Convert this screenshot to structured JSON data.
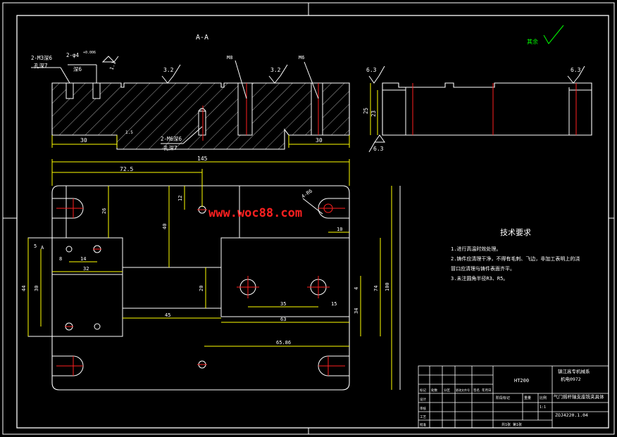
{
  "drawing": {
    "section_title": "A-A",
    "watermark": "www.woc88.com",
    "surface_finish_note": "其余",
    "colors": {
      "outline": "#ffffff",
      "dimension": "#ffff00",
      "center_line": "#ff2020",
      "hatch": "#ffffff",
      "note": "#00ff00",
      "background": "#000000"
    }
  },
  "section_view": {
    "labels": {
      "hole_callout_left_1": "2-M3深6",
      "hole_callout_left_2": "孔深7",
      "hole_callout_mid_1": "2-φ4",
      "hole_callout_mid_2": "深6",
      "hole_callout_mid_tol": "+0.006",
      "hole_callout_bottom_1": "2-M6深6",
      "hole_callout_bottom_2": "孔深7",
      "m8_label": "M8",
      "m6_label": "M6",
      "roughness_1": "3.2",
      "roughness_2": "3.2",
      "roughness_3": "1.1",
      "slot_dim": "1.5",
      "dim_left": "30",
      "dim_right": "30"
    }
  },
  "side_view": {
    "labels": {
      "roughness_left": "6.3",
      "roughness_right": "6.3",
      "roughness_bottom": "6.3",
      "height_outer": "25",
      "height_inner": "23"
    }
  },
  "plan_view": {
    "labels": {
      "overall_width": "145",
      "half_width": "72.5",
      "dim_12": "12",
      "dim_26": "26",
      "dim_40": "40",
      "callout_hole": "4-R6",
      "dim_10": "10",
      "dim_5": "5",
      "dim_8": "8",
      "dim_14": "14",
      "dim_32": "32",
      "dim_30": "30",
      "dim_44": "44",
      "dim_20": "20",
      "dim_45": "45",
      "dim_35": "35",
      "dim_15": "15",
      "dim_63": "63",
      "dim_4": "4",
      "dim_34": "34",
      "dim_74": "74",
      "dim_100": "100",
      "dim_65": "65.86",
      "section_mark_a": "A"
    }
  },
  "notes": {
    "title": "技术要求",
    "items": [
      "1.进行高温时效处理。",
      "2.铸件应清理干净，不得有毛刺、飞边，非加工表明上的浇",
      "冒口应清理与铸件表面齐平。",
      "3.未注圆角半径R3、R5。"
    ]
  },
  "title_block": {
    "school_line_1": "镇江高专机械系",
    "school_line_2": "机电0972",
    "material": "HT200",
    "part_name": "气门摇杆轴支座铣夹具体",
    "drawing_no": "ZOJ4220.1.04",
    "scale_label": "比例",
    "scale_value": "1:1",
    "sheet_label": "共1张 第1张",
    "weight_label": "重量",
    "stage_label": "阶段标记",
    "row_labels": [
      "设计",
      "审核",
      "工艺",
      "批准"
    ],
    "col_labels": [
      "标记",
      "处数",
      "分区",
      "更改文件号",
      "签名",
      "年月日"
    ]
  }
}
